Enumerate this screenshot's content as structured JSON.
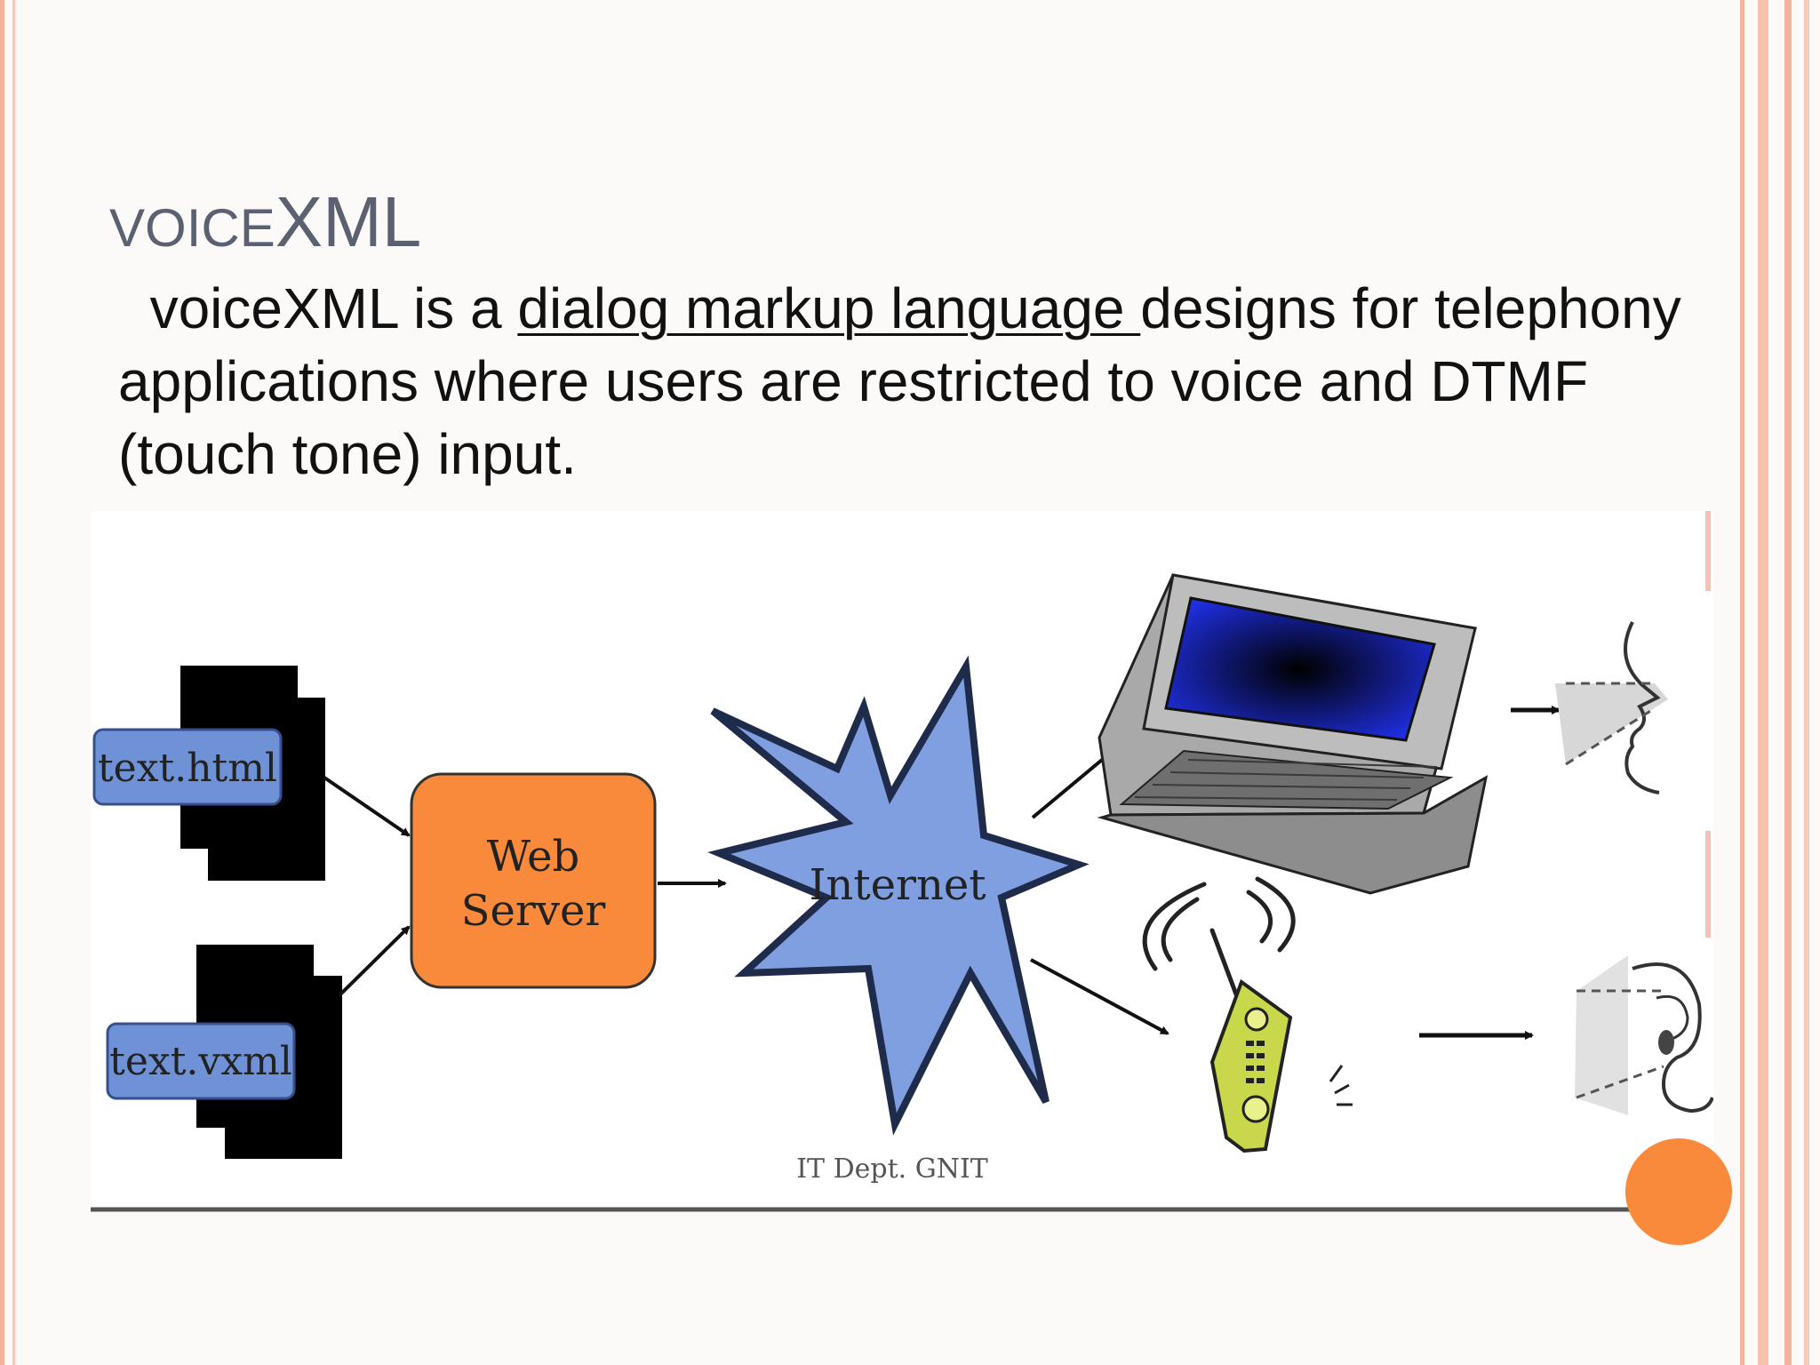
{
  "slide": {
    "title_small": "VOICE",
    "title_large": "XML",
    "body_indent": "  voiceXML is a ",
    "body_link": "dialog markup language ",
    "body_rest": "designs for telephony applications where users are restricted to voice and DTMF  (touch tone) input."
  },
  "diagram": {
    "doc_html_label": "text.html",
    "doc_vxml_label": "text.vxml",
    "server_line1": "Web",
    "server_line2": "Server",
    "internet_label": "Internet",
    "credit": "IT Dept. GNIT"
  },
  "colors": {
    "accent": "#f98a3b",
    "frame": "#f4b39c",
    "label_blue": "#6f91d6",
    "burst_blue": "#7f9fe0",
    "server_orange": "#f98a3b",
    "title_gray": "#5b6170"
  },
  "icons": [
    "laptop-icon",
    "mobile-phone-icon",
    "face-speaking-icon",
    "ear-listening-icon"
  ]
}
